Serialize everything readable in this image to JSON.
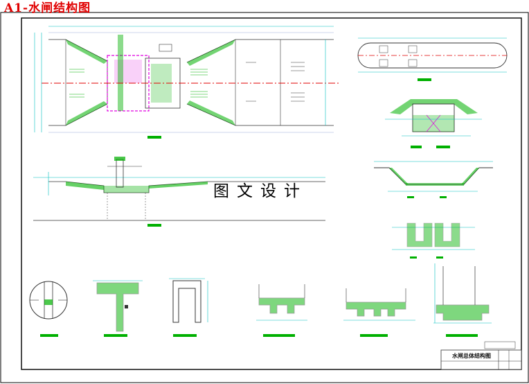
{
  "sheet": {
    "title": "A1-水闸结构图",
    "watermark": "图文设计",
    "title_block_label": "水闸总体结构图"
  },
  "colors": {
    "frame": "#000000",
    "structure_green": "#00b000",
    "structure_white": "#ffffff",
    "axis_red": "#e00000",
    "dimension_cyan": "#00c0c0",
    "hatch_magenta": "#e000e0",
    "title_red": "#e00000"
  },
  "views": [
    {
      "id": "plan",
      "icon": "plan-view-icon"
    },
    {
      "id": "longitudinal-section",
      "icon": "section-view-icon"
    },
    {
      "id": "gate-pier-plan",
      "icon": "pier-plan-icon"
    },
    {
      "id": "gate-chamber-section",
      "icon": "chamber-section-icon"
    },
    {
      "id": "channel-section",
      "icon": "channel-section-icon"
    },
    {
      "id": "culvert-section",
      "icon": "culvert-section-icon"
    },
    {
      "id": "detail-circle",
      "icon": "detail-circle-icon"
    },
    {
      "id": "detail-wall",
      "icon": "detail-wall-icon"
    },
    {
      "id": "detail-frame",
      "icon": "detail-frame-icon"
    },
    {
      "id": "detail-slab-1",
      "icon": "detail-slab-icon"
    },
    {
      "id": "detail-slab-2",
      "icon": "detail-slab-icon"
    },
    {
      "id": "detail-slab-3",
      "icon": "detail-slab-icon"
    }
  ]
}
